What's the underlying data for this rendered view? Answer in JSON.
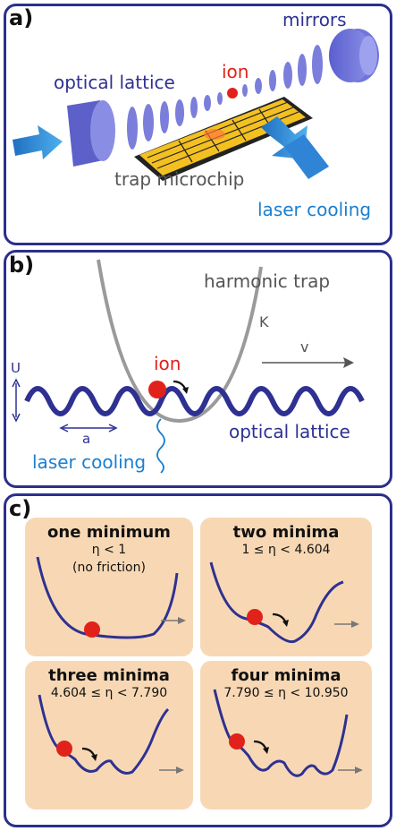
{
  "panel_a": {
    "label": "a)",
    "mirrors": "mirrors",
    "optical_lattice": "optical lattice",
    "ion": "ion",
    "trap_microchip": "trap microchip",
    "laser_cooling": "laser cooling"
  },
  "panel_b": {
    "label": "b)",
    "harmonic_trap": "harmonic trap",
    "K": "K",
    "v": "v",
    "ion": "ion",
    "U": "U",
    "a": "a",
    "optical_lattice": "optical lattice",
    "laser_cooling": "laser cooling"
  },
  "panel_c": {
    "label": "c)",
    "boxes": [
      {
        "title": "one minimum",
        "condition": "η < 1",
        "note": "(no friction)"
      },
      {
        "title": "two minima",
        "condition": "1 ≤ η < 4.604"
      },
      {
        "title": "three minima",
        "condition": "4.604 ≤ η < 7.790"
      },
      {
        "title": "four minima",
        "condition": "7.790 ≤ η < 10.950"
      }
    ]
  },
  "colors": {
    "frame": "#2b2f8c",
    "lattice": "#2e3192",
    "ion": "#e0221a",
    "box_fill": "#f8d8b4",
    "laser_cooling_text": "#1b7fd0"
  }
}
